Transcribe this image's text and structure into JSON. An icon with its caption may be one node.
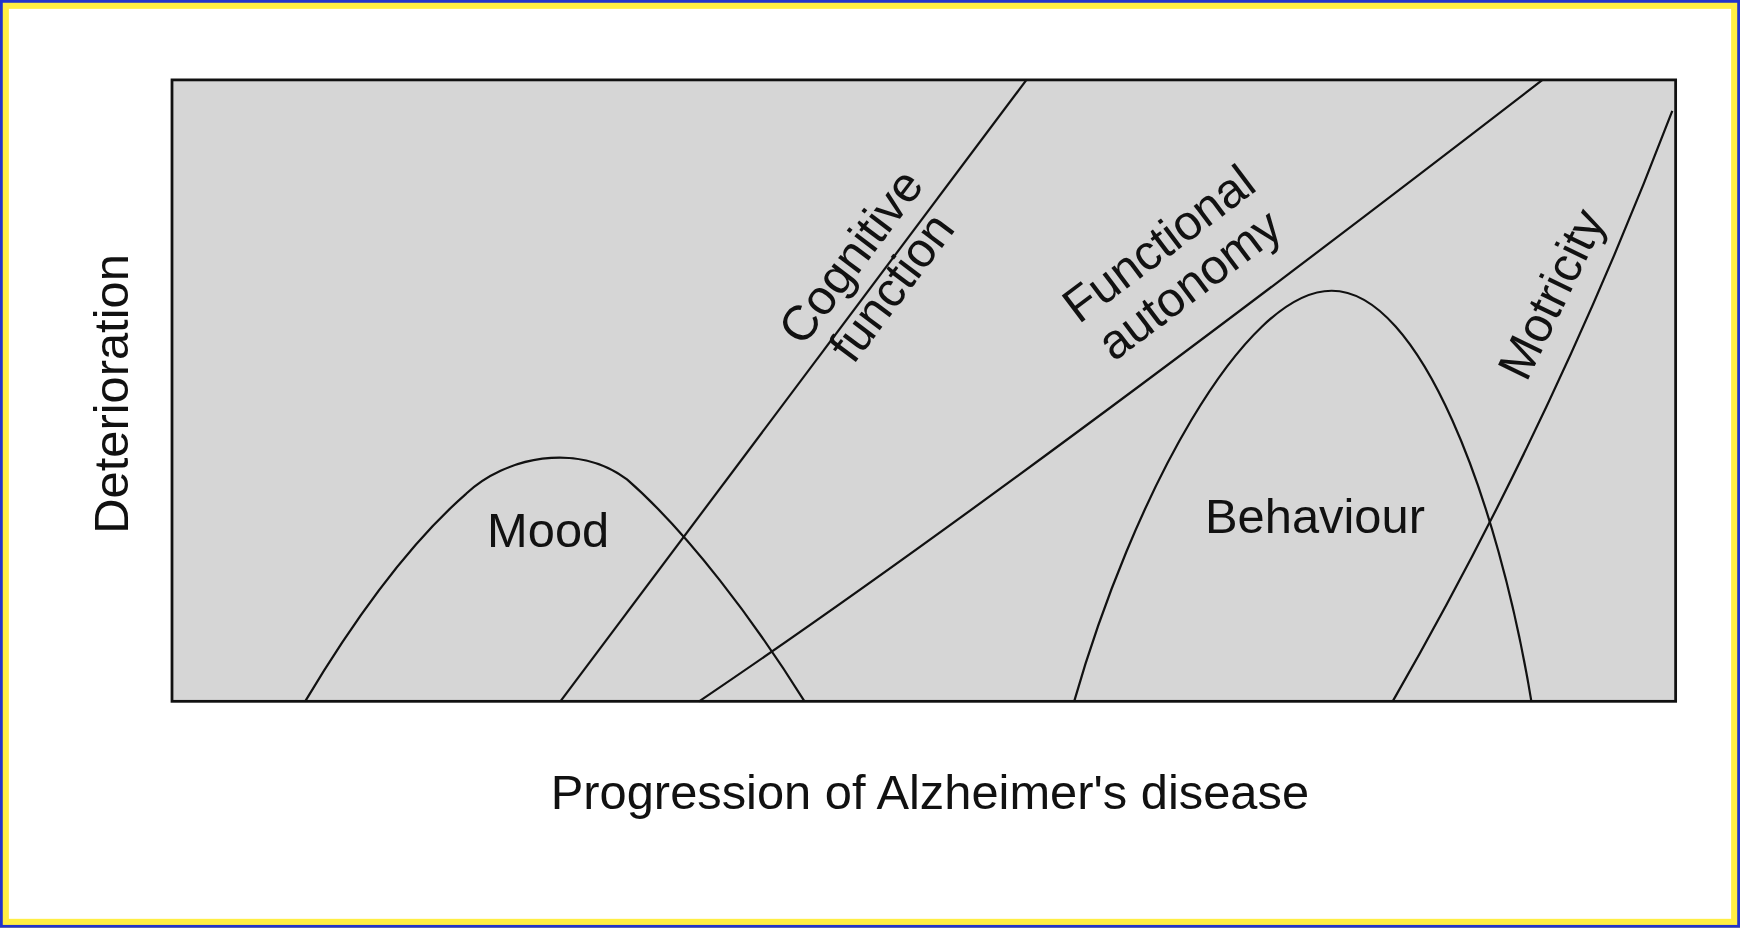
{
  "diagram": {
    "labels": [
      "Cognitive function",
      "Functional autonomy",
      "Motricity",
      "Deterioration",
      "Mood",
      "Behaviour",
      "Progression of Alzheimer's disease"
    ]
  }
}
